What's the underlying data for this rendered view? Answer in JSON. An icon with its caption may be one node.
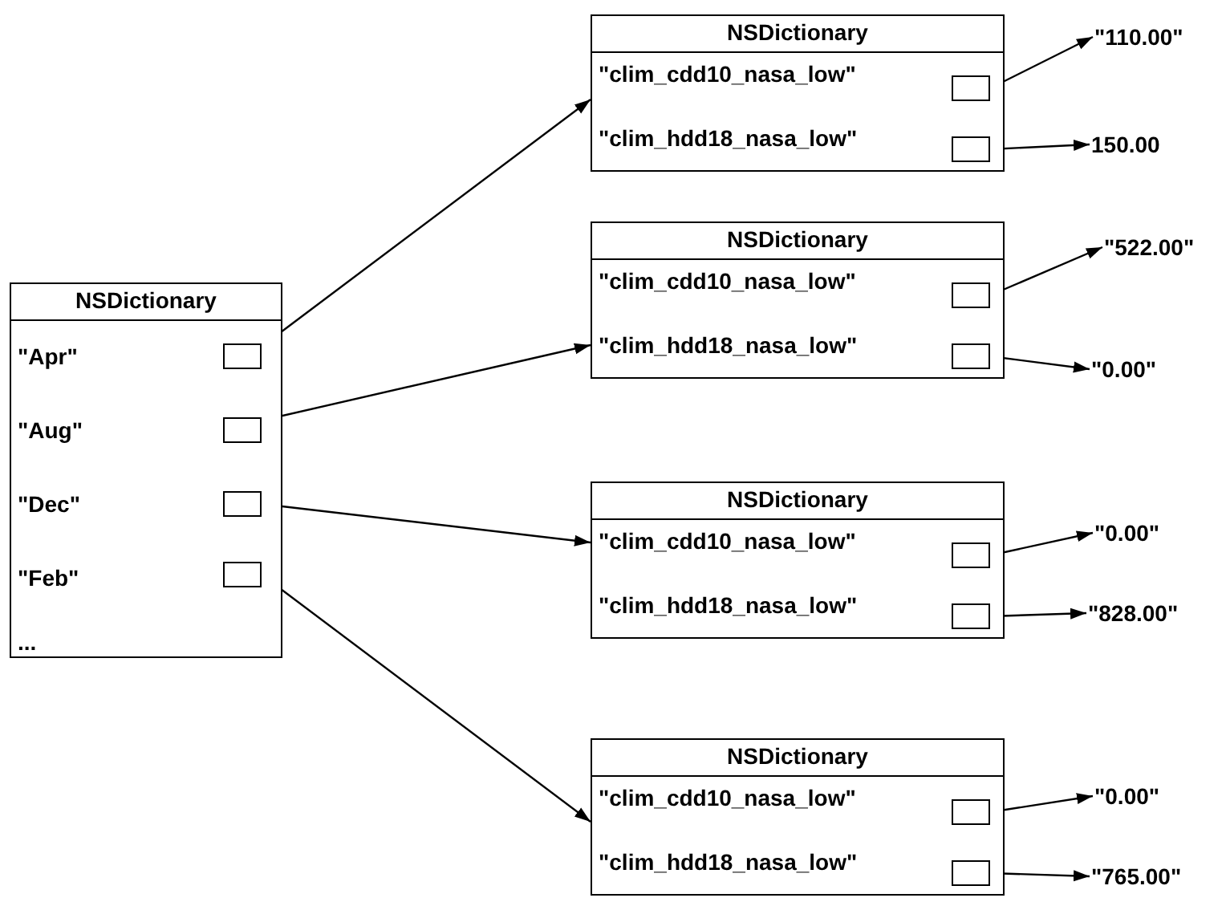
{
  "diagram": {
    "nodes": [
      {
        "text": [
          "NSDictionary",
          "\"Apr\"",
          "\"Aug\"",
          "\"Dec\"",
          "\"Feb\"",
          "..."
        ]
      },
      {
        "text": [],
        "shape": "box",
        "in": 0
      },
      {
        "text": [],
        "shape": "box",
        "in": 0
      },
      {
        "text": [],
        "shape": "box",
        "in": 0
      },
      {
        "text": [],
        "shape": "box",
        "in": 0
      },
      {
        "text": [
          "NSDictionary",
          "\"clim_cdd10_nasa_low\"",
          "\"clim_hdd18_nasa_low\""
        ]
      },
      {
        "text": [],
        "shape": "box",
        "in": 5
      },
      {
        "text": [],
        "shape": "box",
        "in": 5
      },
      {
        "text": [
          "\"110.00\""
        ]
      },
      {
        "text": [
          "150.00"
        ]
      },
      {
        "text": [
          "NSDictionary",
          "\"clim_cdd10_nasa_low\"",
          "\"clim_hdd18_nasa_low\""
        ]
      },
      {
        "text": [],
        "shape": "box",
        "in": 10
      },
      {
        "text": [],
        "shape": "box",
        "in": 10
      },
      {
        "text": [
          "\"522.00\""
        ]
      },
      {
        "text": [
          "\"0.00\""
        ]
      },
      {
        "text": [
          "NSDictionary",
          "\"clim_cdd10_nasa_low\"",
          "\"clim_hdd18_nasa_low\""
        ]
      },
      {
        "text": [],
        "shape": "box",
        "in": 15
      },
      {
        "text": [],
        "shape": "box",
        "in": 15
      },
      {
        "text": [
          "\"0.00\""
        ]
      },
      {
        "text": [
          "\"828.00\""
        ]
      },
      {
        "text": [
          "NSDictionary",
          "\"clim_cdd10_nasa_low\"",
          "\"clim_hdd18_nasa_low\""
        ]
      },
      {
        "text": [],
        "shape": "box",
        "in": 20
      },
      {
        "text": [],
        "shape": "box",
        "in": 20
      },
      {
        "text": [
          "\"0.00\""
        ]
      },
      {
        "text": [
          "\"765.00\""
        ]
      }
    ],
    "edges": [
      {
        "from": 1,
        "to": 5,
        "arrow": "to"
      },
      {
        "from": 2,
        "to": 10,
        "arrow": "to"
      },
      {
        "from": 3,
        "to": 15,
        "arrow": "to"
      },
      {
        "from": 4,
        "to": 20,
        "arrow": "to"
      },
      {
        "from": 6,
        "to": 8,
        "arrow": "to"
      },
      {
        "from": 7,
        "to": 9,
        "arrow": "to"
      },
      {
        "from": 11,
        "to": 13,
        "arrow": "to"
      },
      {
        "from": 12,
        "to": 14,
        "arrow": "to"
      },
      {
        "from": 16,
        "to": 18,
        "arrow": "to"
      },
      {
        "from": 17,
        "to": 19,
        "arrow": "to"
      },
      {
        "from": 21,
        "to": 23,
        "arrow": "to"
      },
      {
        "from": 22,
        "to": 24,
        "arrow": "to"
      }
    ]
  }
}
